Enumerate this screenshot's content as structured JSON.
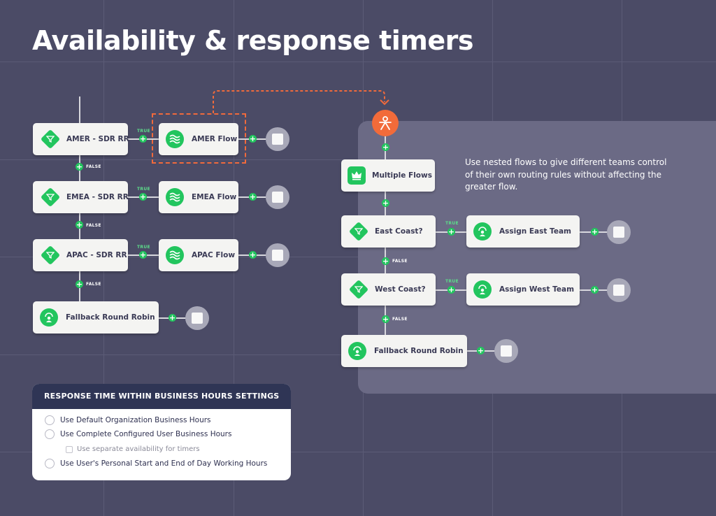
{
  "title": "Availability & response timers",
  "note": "Use nested flows to give different teams control of their own routing rules without affecting the greater flow.",
  "colors": {
    "background": "#4b4b66",
    "panel": "#6b6a85",
    "accent_green": "#22c55e",
    "accent_orange": "#f06a3c",
    "node": "#f4f4f2"
  },
  "left_flow": {
    "nodes": [
      {
        "label": "AMER - SDR RR",
        "icon": "filter-icon"
      },
      {
        "label": "AMER Flow",
        "icon": "waves-icon"
      },
      {
        "label": "EMEA - SDR RR",
        "icon": "filter-icon"
      },
      {
        "label": "EMEA Flow",
        "icon": "waves-icon"
      },
      {
        "label": "APAC - SDR RR",
        "icon": "filter-icon"
      },
      {
        "label": "APAC Flow",
        "icon": "waves-icon"
      },
      {
        "label": "Fallback Round Robin",
        "icon": "round-robin-icon"
      }
    ]
  },
  "right_flow": {
    "start_icon": "person-star-icon",
    "nodes": [
      {
        "label": "Multiple Flows",
        "icon": "crown-icon"
      },
      {
        "label": "East Coast?",
        "icon": "filter-icon"
      },
      {
        "label": "Assign East Team",
        "icon": "round-robin-icon"
      },
      {
        "label": "West Coast?",
        "icon": "filter-icon"
      },
      {
        "label": "Assign West Team",
        "icon": "round-robin-icon"
      },
      {
        "label": "Fallback Round Robin",
        "icon": "round-robin-icon"
      }
    ]
  },
  "edge_labels": {
    "true": "TRUE",
    "false": "FALSE"
  },
  "settings": {
    "header": "RESPONSE TIME WITHIN BUSINESS HOURS SETTINGS",
    "options": [
      {
        "label": "Use Default Organization Business Hours",
        "type": "radio"
      },
      {
        "label": "Use Complete Configured User Business Hours",
        "type": "radio"
      },
      {
        "label": "Use separate availability for timers",
        "type": "checkbox"
      },
      {
        "label": "Use User's Personal Start and End of Day Working Hours",
        "type": "radio"
      }
    ]
  }
}
